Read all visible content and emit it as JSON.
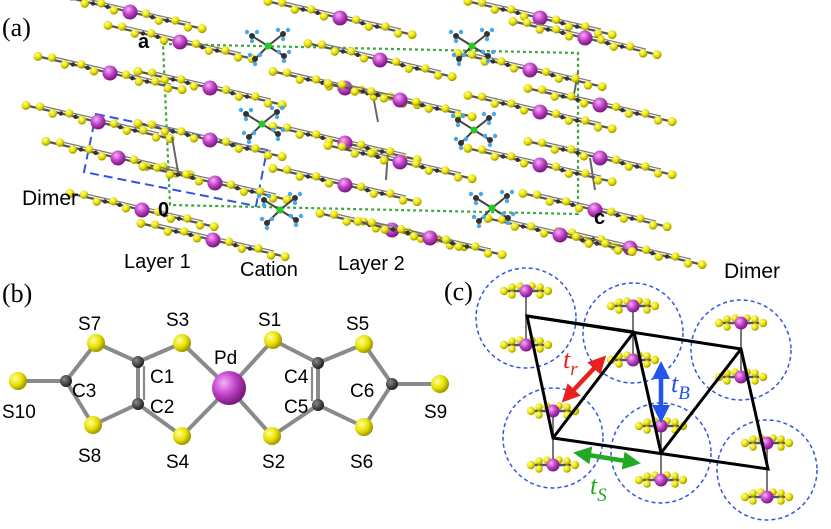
{
  "panels": {
    "a": {
      "label": "(a)",
      "axis_labels": {
        "a": "a",
        "origin": "0",
        "c": "c"
      },
      "dimer_label": "Dimer",
      "captions": {
        "layer1": "Layer 1",
        "cation": "Cation",
        "layer2": "Layer 2"
      }
    },
    "b": {
      "label": "(b)",
      "atoms": {
        "s7": "S7",
        "s3": "S3",
        "s1": "S1",
        "s5": "S5",
        "pd": "Pd",
        "s10": "S10",
        "c3": "C3",
        "c1": "C1",
        "c2": "C2",
        "c4": "C4",
        "c5": "C5",
        "c6": "C6",
        "s9": "S9",
        "s8": "S8",
        "s4": "S4",
        "s2": "S2",
        "s6": "S6"
      }
    },
    "c": {
      "label": "(c)",
      "dimer_label": "Dimer",
      "transfer": {
        "tr": {
          "letter": "t",
          "sub": "r"
        },
        "tb": {
          "letter": "t",
          "sub": "B"
        },
        "ts": {
          "letter": "t",
          "sub": "S"
        }
      }
    }
  },
  "colors": {
    "sulfur": "#e8e000",
    "palladium": "#c040c8",
    "carbon": "#333333",
    "fluorine": "#4aa8e8",
    "phosphorus": "#22cc22",
    "cell_line": "#3aa83a",
    "dimer_box": "#3355dd",
    "tr_arrow": "#e82020",
    "tb_arrow": "#2255ee",
    "ts_arrow": "#22aa22"
  }
}
